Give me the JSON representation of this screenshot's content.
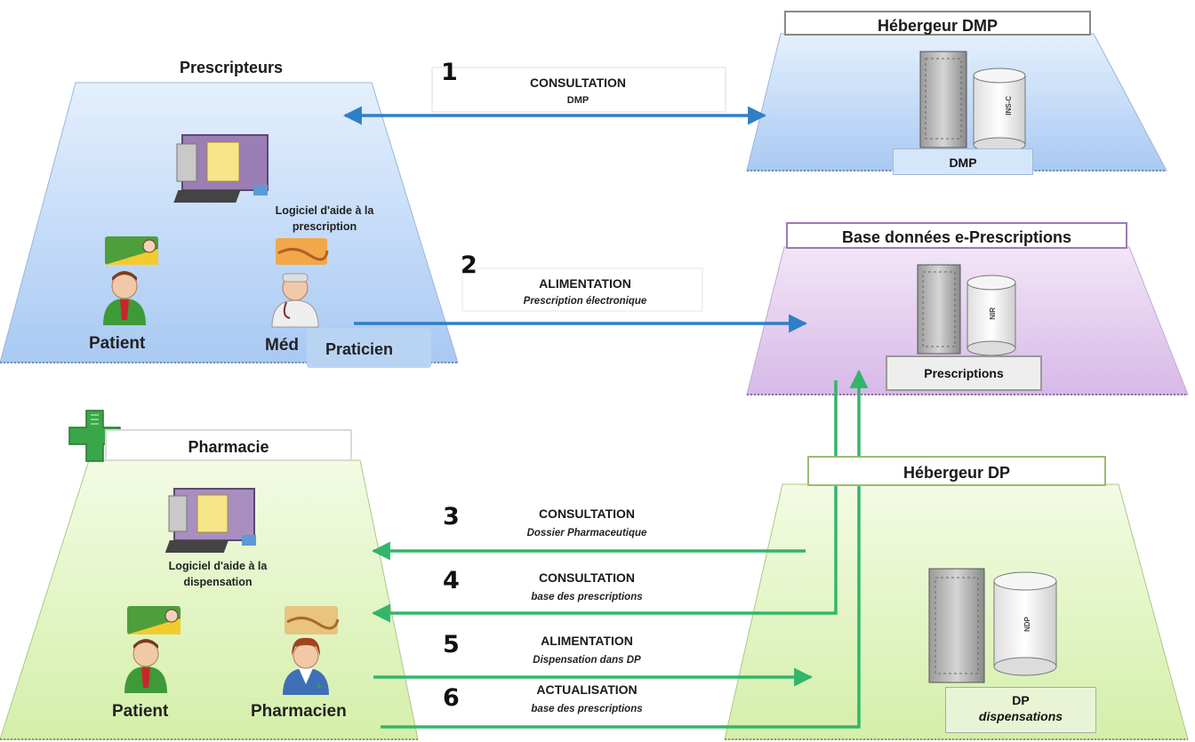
{
  "zones": {
    "prescripteurs": {
      "title": "Prescripteurs"
    },
    "dmp_host": {
      "title": "Hébergeur DMP"
    },
    "eprescriptions": {
      "title": "Base données e-Prescriptions"
    },
    "pharmacie": {
      "title": "Pharmacie"
    },
    "dp_host": {
      "title": "Hébergeur DP"
    }
  },
  "prescripteurs": {
    "software_label_line1": "Logiciel d'aide à la",
    "software_label_line2": "prescription",
    "patient_label": "Patient",
    "medecin_label": "Méd",
    "praticien_label": "Praticien"
  },
  "pharmacie": {
    "software_label_line1": "Logiciel d'aide à la",
    "software_label_line2": "dispensation",
    "patient_label": "Patient",
    "pharmacien_label": "Pharmacien"
  },
  "databases": {
    "dmp": {
      "label": "DMP",
      "cylinder_label": "INS-C"
    },
    "prescriptions": {
      "label": "Prescriptions",
      "cylinder_label": "NIR"
    },
    "dp": {
      "label": "DP",
      "sublabel": "dispensations",
      "cylinder_label": "NDP"
    }
  },
  "steps": [
    {
      "number": "1",
      "title": "CONSULTATION",
      "subtitle": "DMP",
      "direction": "bidirectional",
      "color": "#2f7fc8"
    },
    {
      "number": "2",
      "title": "ALIMENTATION",
      "subtitle": "Prescription électronique",
      "direction": "to-eprescriptions",
      "color": "#2f7fc8"
    },
    {
      "number": "3",
      "title": "CONSULTATION",
      "subtitle": "Dossier Pharmaceutique",
      "direction": "to-pharmacie",
      "color": "#33b56a"
    },
    {
      "number": "4",
      "title": "CONSULTATION",
      "subtitle": "base des prescriptions",
      "direction": "to-pharmacie",
      "color": "#33b56a"
    },
    {
      "number": "5",
      "title": "ALIMENTATION",
      "subtitle": "Dispensation dans DP",
      "direction": "to-dp",
      "color": "#33b56a"
    },
    {
      "number": "6",
      "title": "ACTUALISATION",
      "subtitle": "base des prescriptions",
      "direction": "to-eprescriptions",
      "color": "#33b56a"
    }
  ],
  "colors": {
    "blue_zone": "#bcd6f7",
    "purple_zone": "#e2c9ee",
    "green_zone": "#e2f4c3",
    "blue_arrow": "#2f7fc8",
    "green_arrow": "#33b56a",
    "pharmacy_cross": "#3aa64a"
  }
}
